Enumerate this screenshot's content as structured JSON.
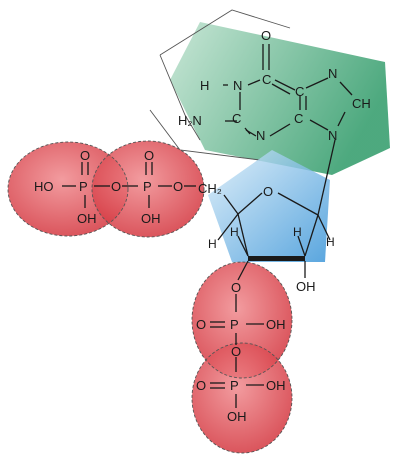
{
  "colors": {
    "phosphate": "#d9363e",
    "sugar": "#2f8fd6",
    "base": "#2e9a68",
    "line": "#1a1a1a"
  },
  "atoms": {
    "o_carbonyl": "O",
    "n_h": "H",
    "n1": "N",
    "c6": "C",
    "c5": "C",
    "n7": "N",
    "c8": "CH",
    "c2": "C",
    "n3": "N",
    "c4": "C",
    "n9": "N",
    "nh2": "H₂N",
    "p1_o_top": "O",
    "p1_ho": "HO",
    "p1_p": "P",
    "p1_o_bridge": "O",
    "p1_oh": "OH",
    "p2_o_top": "O",
    "p2_p": "P",
    "p2_o_bridge": "O",
    "p2_oh": "OH",
    "ch2": "CH₂",
    "ring_o": "O",
    "h_c4": "H",
    "h_c1": "H",
    "h_c3": "H",
    "h_c2": "H",
    "o_3prime": "O",
    "oh_2prime": "OH",
    "p3_o_dbl": "O",
    "p3_p": "P",
    "p3_oh": "OH",
    "p3_o_bridge": "O",
    "p4_o_dbl": "O",
    "p4_p": "P",
    "p4_oh_right": "OH",
    "p4_oh_bottom": "OH"
  }
}
